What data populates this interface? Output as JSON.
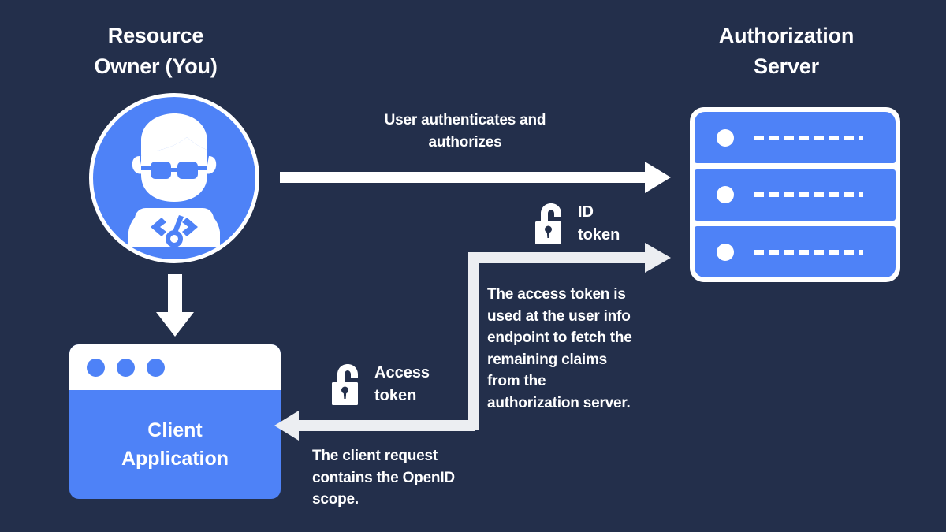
{
  "theme": {
    "background": "#232f4b",
    "accent_blue": "#4e82f7",
    "white": "#ffffff",
    "arrow_color": "#eceef2"
  },
  "diagram": {
    "title_resource_owner": "Resource\nOwner (You)",
    "title_authorization_server": "Authorization\nServer"
  },
  "actors": {
    "resource_owner": {
      "label": "Resource\nOwner (You)",
      "icon": "developer-avatar-icon"
    },
    "client_application": {
      "label": "Client\nApplication",
      "window_dots": 3
    },
    "authorization_server": {
      "label": "Authorization\nServer",
      "icon": "server-rack-icon",
      "rack_rows": 3
    }
  },
  "flows": [
    {
      "id": "user-authenticates",
      "caption": "User authenticates and\nauthorizes",
      "direction": "right",
      "from": "resource_owner",
      "to": "authorization_server"
    },
    {
      "id": "resource-owner-to-client",
      "caption": "",
      "direction": "down",
      "from": "resource_owner",
      "to": "client_application"
    },
    {
      "id": "access-token-to-server",
      "caption": "The access token is used at the user info endpoint to fetch the remaining claims from the authorization server.",
      "caption_lines": "The access token is\nused at the user info\nendpoint to fetch the\nremaining claims\nfrom the\nauthorization server.",
      "direction": "right",
      "from": "client_application",
      "to": "authorization_server"
    },
    {
      "id": "client-request-openid-scope",
      "caption": "The client request contains the OpenID scope.",
      "caption_lines": "The client request\ncontains the OpenID\nscope.",
      "direction": "left",
      "from": "authorization_server",
      "to": "client_application"
    }
  ],
  "tokens": [
    {
      "id": "id-token",
      "label": "ID\ntoken",
      "icon": "unlocked-padlock-icon"
    },
    {
      "id": "access-token",
      "label": "Access\ntoken",
      "icon": "unlocked-padlock-icon"
    }
  ]
}
